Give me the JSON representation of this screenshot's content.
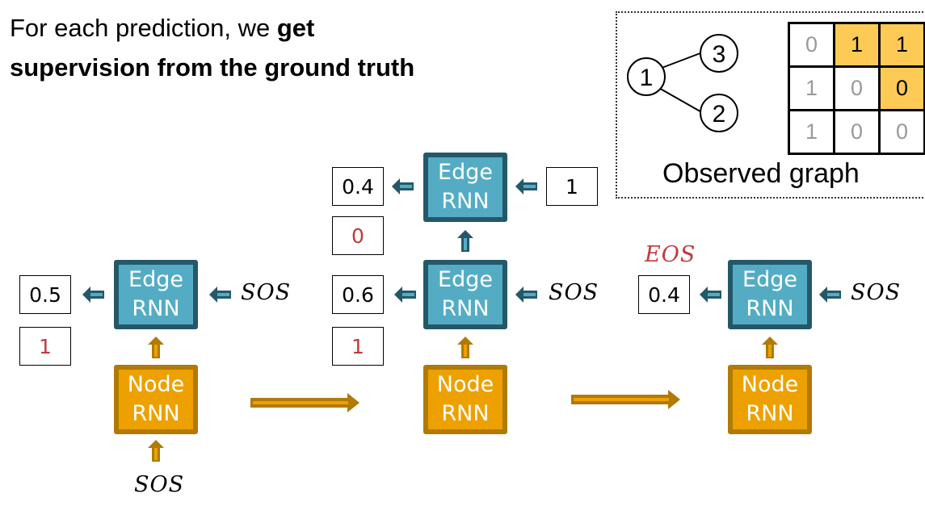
{
  "title": {
    "line1_normal": "For each prediction, we ",
    "line1_bold": "get",
    "line2_bold": "supervision from the ground truth"
  },
  "colors": {
    "edge_fill": "#54acc4",
    "edge_border": "#245869",
    "node_fill": "#eda100",
    "node_border": "#b07a05",
    "ground_truth": "#c0393b",
    "matrix_highlight": "#fdcb55"
  },
  "labels": {
    "edge_rnn_line1": "Edge",
    "edge_rnn_line2": "RNN",
    "node_rnn_line1": "Node",
    "node_rnn_line2": "RNN",
    "sos": "SOS",
    "eos": "EOS"
  },
  "steps": [
    {
      "predictions": [
        {
          "predicted": "0.5",
          "ground_truth": "1"
        }
      ]
    },
    {
      "predictions": [
        {
          "predicted": "0.6",
          "ground_truth": "1"
        },
        {
          "predicted": "0.4",
          "ground_truth": "0",
          "input": "1"
        }
      ]
    },
    {
      "predictions": [
        {
          "predicted": "0.4",
          "ground_truth": "EOS"
        }
      ]
    }
  ],
  "observed_graph": {
    "caption": "Observed graph",
    "nodes": [
      "1",
      "2",
      "3"
    ],
    "edges": [
      [
        "1",
        "3"
      ],
      [
        "1",
        "2"
      ]
    ],
    "matrix": [
      [
        {
          "v": "0",
          "hl": false
        },
        {
          "v": "1",
          "hl": true
        },
        {
          "v": "1",
          "hl": true
        }
      ],
      [
        {
          "v": "1",
          "hl": false
        },
        {
          "v": "0",
          "hl": false
        },
        {
          "v": "0",
          "hl": true
        }
      ],
      [
        {
          "v": "1",
          "hl": false
        },
        {
          "v": "0",
          "hl": false
        },
        {
          "v": "0",
          "hl": false
        }
      ]
    ]
  }
}
